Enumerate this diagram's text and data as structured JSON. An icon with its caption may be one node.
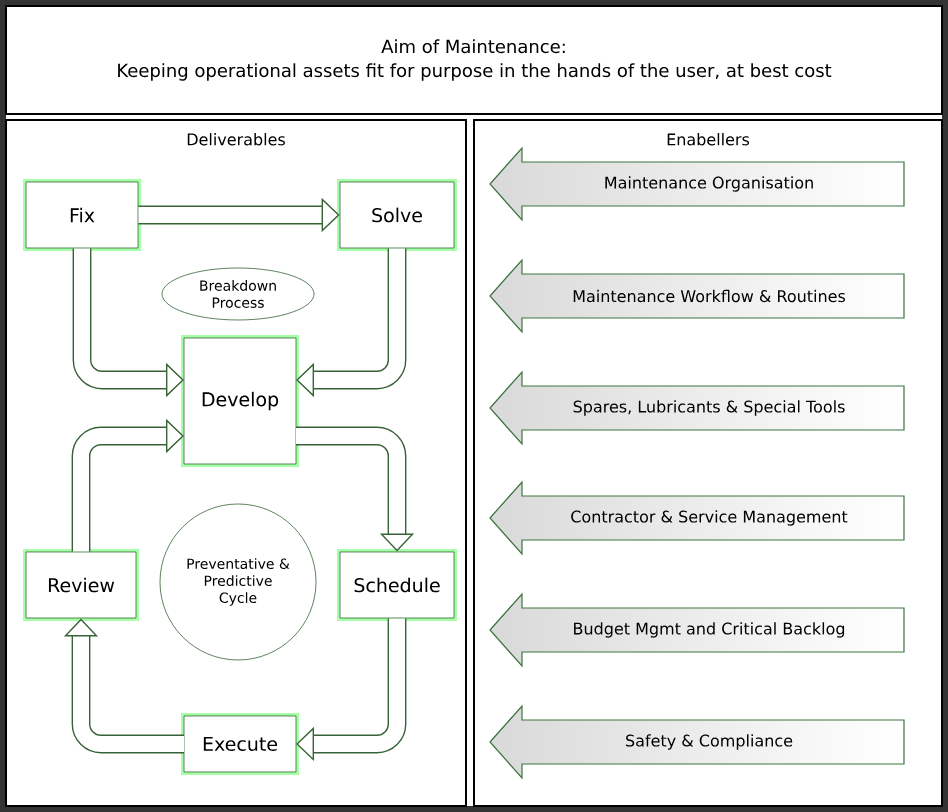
{
  "diagram": {
    "nodes": [
      {
        "text": [
          "Aim of Maintenance:",
          "Keeping operational assets fit for purpose in the hands of the user, at best cost"
        ]
      },
      {
        "text": [
          "Deliverables"
        ]
      },
      {
        "text": [
          "Enabellers"
        ]
      },
      {
        "text": [
          "Fix"
        ],
        "in": 1
      },
      {
        "text": [
          "Solve"
        ],
        "in": 1
      },
      {
        "text": [
          "Breakdown Process"
        ],
        "in": 1
      },
      {
        "text": [
          "Develop"
        ],
        "in": 1
      },
      {
        "text": [
          "Review"
        ],
        "in": 1
      },
      {
        "text": [
          "Preventative & Predictive Cycle"
        ],
        "in": 1
      },
      {
        "text": [
          "Schedule"
        ],
        "in": 1
      },
      {
        "text": [
          "Execute"
        ],
        "in": 1
      },
      {
        "text": [
          "Maintenance Organisation"
        ],
        "in": 2
      },
      {
        "text": [
          "Maintenance Workflow & Routines"
        ],
        "in": 2
      },
      {
        "text": [
          "Spares, Lubricants & Special Tools"
        ],
        "in": 2
      },
      {
        "text": [
          "Contractor & Service Management"
        ],
        "in": 2
      },
      {
        "text": [
          "Budget Mgmt and Critical Backlog"
        ],
        "in": 2
      },
      {
        "text": [
          "Safety & Compliance"
        ],
        "in": 2
      }
    ],
    "edges": [
      {
        "from": 3,
        "to": 4,
        "arrow": "to"
      },
      {
        "from": 3,
        "to": 6,
        "arrow": "to"
      },
      {
        "from": 4,
        "to": 6,
        "arrow": "to"
      },
      {
        "from": 6,
        "to": 9,
        "arrow": "to"
      },
      {
        "from": 9,
        "to": 10,
        "arrow": "to"
      },
      {
        "from": 10,
        "to": 7,
        "arrow": "to"
      },
      {
        "from": 7,
        "to": 6,
        "arrow": "to"
      }
    ]
  }
}
